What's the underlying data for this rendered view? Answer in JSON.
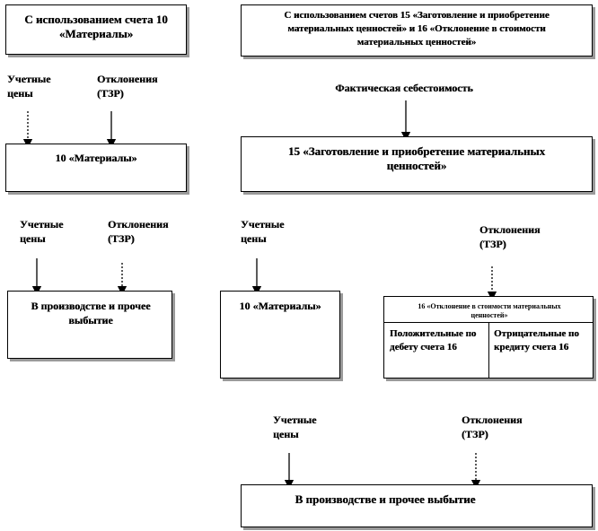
{
  "left_method": {
    "header": "С использованием счета 10 «Материалы»",
    "label_prices": "Учетные цены",
    "label_deviations": "Отклонения (ТЗР)",
    "account_box": "10 «Материалы»",
    "label_prices_2": "Учетные цены",
    "label_deviations_2": "Отклонения (ТЗР)",
    "production_box": "В производстве и прочее выбытие"
  },
  "right_method": {
    "header": "С использованием счетов 15 «Заготовление и приобретение материальных ценностей» и 16 «Отклонение в стоимости материальных ценностей»",
    "actual_cost_label": "Фактическая себестоимость",
    "account15_box": "15 «Заготовление и приобретение материальных ценностей»",
    "label_prices": "Учетные цены",
    "label_deviations": "Отклонения (ТЗР)",
    "account10_box": "10 «Материалы»",
    "account16": {
      "title": "16 «Отклонение в стоимости материальных ценностей»",
      "debit": "Положительные по дебету счета 16",
      "credit": "Отрицательные по кредиту счета 16"
    },
    "label_prices_bottom": "Учетные цены",
    "label_deviations_bottom": "Отклонения (ТЗР)",
    "production_box": "В производстве и прочее выбытие"
  }
}
